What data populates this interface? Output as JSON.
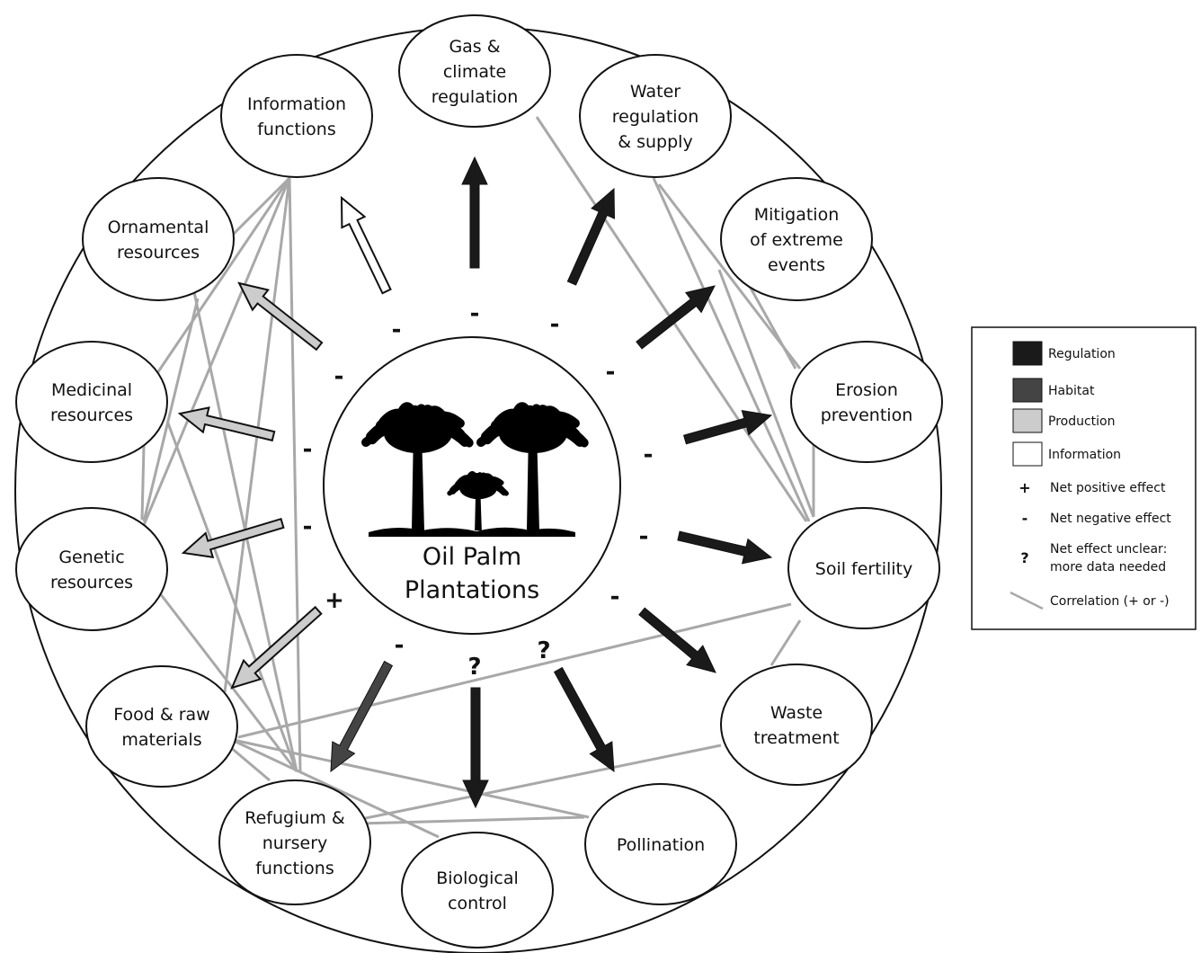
{
  "center": {
    "lines": [
      "Oil Palm",
      "Plantations"
    ]
  },
  "nodes": [
    {
      "id": "gas",
      "lines": [
        "Gas &",
        "climate",
        "regulation"
      ]
    },
    {
      "id": "water",
      "lines": [
        "Water",
        "regulation",
        "& supply"
      ]
    },
    {
      "id": "mitigation",
      "lines": [
        "Mitigation",
        "of extreme",
        "events"
      ]
    },
    {
      "id": "erosion",
      "lines": [
        "Erosion",
        "prevention"
      ]
    },
    {
      "id": "soil",
      "lines": [
        "Soil fertility"
      ]
    },
    {
      "id": "waste",
      "lines": [
        "Waste",
        "treatment"
      ]
    },
    {
      "id": "pollination",
      "lines": [
        "Pollination"
      ]
    },
    {
      "id": "biocontrol",
      "lines": [
        "Biological",
        "control"
      ]
    },
    {
      "id": "refugium",
      "lines": [
        "Refugium &",
        "nursery",
        "functions"
      ]
    },
    {
      "id": "food",
      "lines": [
        "Food & raw",
        "materials"
      ]
    },
    {
      "id": "genetic",
      "lines": [
        "Genetic",
        "resources"
      ]
    },
    {
      "id": "medicinal",
      "lines": [
        "Medicinal",
        "resources"
      ]
    },
    {
      "id": "ornamental",
      "lines": [
        "Ornamental",
        "resources"
      ]
    },
    {
      "id": "information",
      "lines": [
        "Information",
        "functions"
      ]
    }
  ],
  "arrows": [
    {
      "target": "gas",
      "category": "regulation",
      "effect": "-"
    },
    {
      "target": "water",
      "category": "regulation",
      "effect": "-"
    },
    {
      "target": "mitigation",
      "category": "regulation",
      "effect": "-"
    },
    {
      "target": "erosion",
      "category": "regulation",
      "effect": "-"
    },
    {
      "target": "soil",
      "category": "regulation",
      "effect": "-"
    },
    {
      "target": "waste",
      "category": "regulation",
      "effect": "-"
    },
    {
      "target": "pollination",
      "category": "regulation",
      "effect": "?"
    },
    {
      "target": "biocontrol",
      "category": "regulation",
      "effect": "?"
    },
    {
      "target": "refugium",
      "category": "habitat",
      "effect": "-"
    },
    {
      "target": "food",
      "category": "production",
      "effect": "+"
    },
    {
      "target": "genetic",
      "category": "production",
      "effect": "-"
    },
    {
      "target": "medicinal",
      "category": "production",
      "effect": "-"
    },
    {
      "target": "ornamental",
      "category": "production",
      "effect": "-"
    },
    {
      "target": "information",
      "category": "information",
      "effect": "-"
    }
  ],
  "correlations": [
    [
      "gas",
      "soil"
    ],
    [
      "water",
      "erosion"
    ],
    [
      "water",
      "soil"
    ],
    [
      "mitigation",
      "erosion"
    ],
    [
      "mitigation",
      "soil"
    ],
    [
      "erosion",
      "soil"
    ],
    [
      "soil",
      "food"
    ],
    [
      "soil",
      "waste"
    ],
    [
      "waste",
      "refugium"
    ],
    [
      "pollination",
      "refugium"
    ],
    [
      "pollination",
      "food"
    ],
    [
      "biocontrol",
      "food"
    ],
    [
      "information",
      "ornamental"
    ],
    [
      "information",
      "medicinal"
    ],
    [
      "information",
      "genetic"
    ],
    [
      "information",
      "refugium"
    ],
    [
      "information",
      "food"
    ],
    [
      "ornamental",
      "genetic"
    ],
    [
      "ornamental",
      "refugium"
    ],
    [
      "medicinal",
      "genetic"
    ],
    [
      "medicinal",
      "refugium"
    ],
    [
      "genetic",
      "refugium"
    ],
    [
      "food",
      "refugium"
    ]
  ],
  "colors": {
    "regulation": "#1a1a1a",
    "habitat": "#444444",
    "production": "#cccccc",
    "information": "#ffffff",
    "correlation": "#a8a8a8",
    "outline": "#111111"
  },
  "legend": {
    "items": [
      {
        "kind": "swatch",
        "category": "regulation",
        "label": "Regulation"
      },
      {
        "kind": "swatch",
        "category": "habitat",
        "label": "Habitat"
      },
      {
        "kind": "swatch",
        "category": "production",
        "label": "Production"
      },
      {
        "kind": "swatch",
        "category": "information",
        "label": "Information"
      },
      {
        "kind": "symbol",
        "symbol": "+",
        "label": [
          "Net positive effect"
        ]
      },
      {
        "kind": "symbol",
        "symbol": "-",
        "label": [
          "Net negative effect"
        ]
      },
      {
        "kind": "symbol",
        "symbol": "?",
        "label": [
          "Net effect unclear:",
          "more data needed"
        ]
      },
      {
        "kind": "line",
        "label": [
          "Correlation (+ or -)"
        ]
      }
    ]
  }
}
